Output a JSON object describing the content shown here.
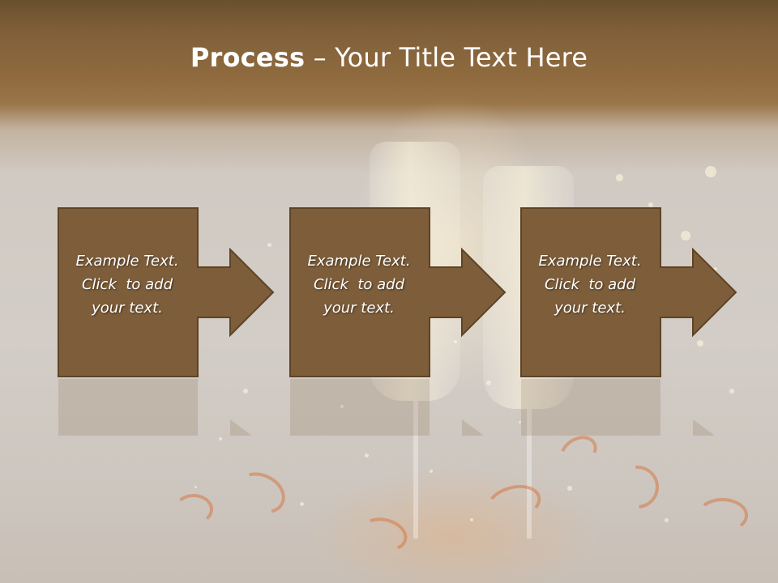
{
  "slide": {
    "title_bold": "Process",
    "title_dash": " – ",
    "title_rest": "Your Title Text Here"
  },
  "steps": [
    {
      "line1": "Example Text.",
      "line2": "Click  to add",
      "line3": "your text."
    },
    {
      "line1": "Example Text.",
      "line2": "Click  to add",
      "line3": "your text."
    },
    {
      "line1": "Example Text.",
      "line2": "Click  to add",
      "line3": "your text."
    }
  ],
  "colors": {
    "box_fill": "#7e5e3a",
    "box_border": "#5d4326",
    "title_text": "#ffffff"
  },
  "icons": [
    "right-arrow-icon"
  ]
}
